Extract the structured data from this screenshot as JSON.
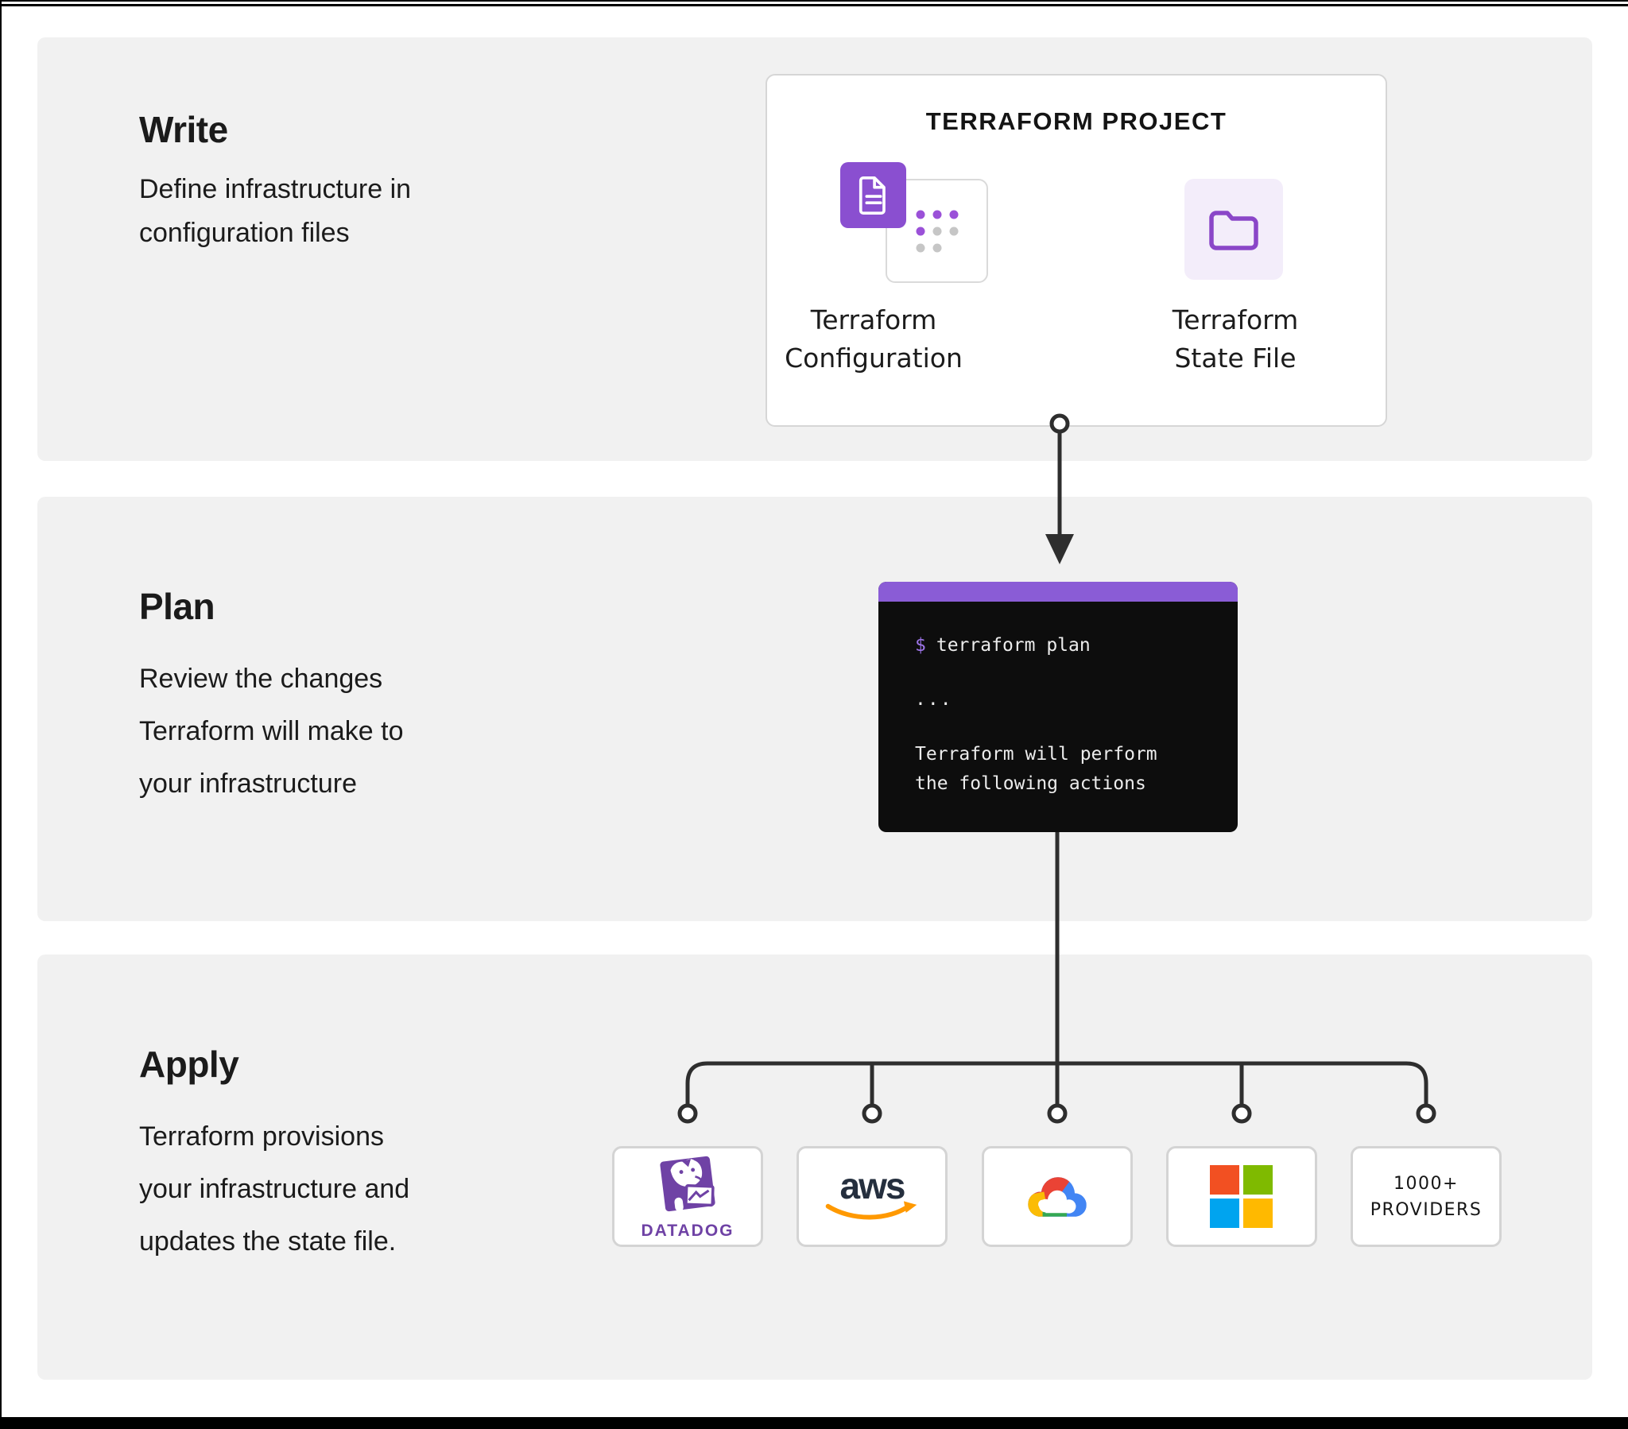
{
  "sections": {
    "write": {
      "title": "Write",
      "description": "Define infrastructure in\nconfiguration files"
    },
    "plan": {
      "title": "Plan",
      "description": "Review the changes\nTerraform will make to\nyour infrastructure"
    },
    "apply": {
      "title": "Apply",
      "description": "Terraform provisions\nyour infrastructure and\nupdates the state file."
    }
  },
  "project_card": {
    "title": "TERRAFORM PROJECT",
    "items": [
      {
        "icon": "document-icon",
        "label": "Terraform\nConfiguration"
      },
      {
        "icon": "folder-icon",
        "label": "Terraform\nState File"
      }
    ]
  },
  "terminal": {
    "prompt": "$",
    "command": "terraform plan",
    "ellipsis": "...",
    "output": "Terraform will perform\nthe following actions"
  },
  "providers": [
    {
      "name": "Datadog",
      "icon": "datadog-logo",
      "label": "DATADOG"
    },
    {
      "name": "Amazon Web Services",
      "icon": "aws-logo",
      "label": "aws"
    },
    {
      "name": "Google Cloud",
      "icon": "google-cloud-logo",
      "label": ""
    },
    {
      "name": "Microsoft",
      "icon": "microsoft-logo",
      "label": ""
    },
    {
      "name": "More providers",
      "icon": "",
      "label": "1000+\nPROVIDERS"
    }
  ],
  "colors": {
    "text": "#1b1b1b",
    "section_bg": "#f1f1f1",
    "purple": "#8a4fd0",
    "purple_light": "#f3edfa",
    "purple_stroke": "#8a46c8",
    "dot_purple": "#9b51d8",
    "dot_gray": "#c6c6c6",
    "terminal_header": "#8a5cd6",
    "terminal_bg": "#0d0d0d",
    "terminal_text": "#ececec",
    "prompt_purple": "#9d74e8",
    "connector": "#2e2e2e",
    "datadog_purple": "#6f42a5",
    "aws_navy": "#252f3e",
    "aws_orange": "#ff9900",
    "gcp_blue": "#4285f4",
    "gcp_red": "#ea4335",
    "gcp_yellow": "#fbbc05",
    "gcp_green": "#34a853",
    "ms_red": "#f25022",
    "ms_green": "#7fba00",
    "ms_blue": "#00a4ef",
    "ms_yellow": "#ffb900"
  }
}
